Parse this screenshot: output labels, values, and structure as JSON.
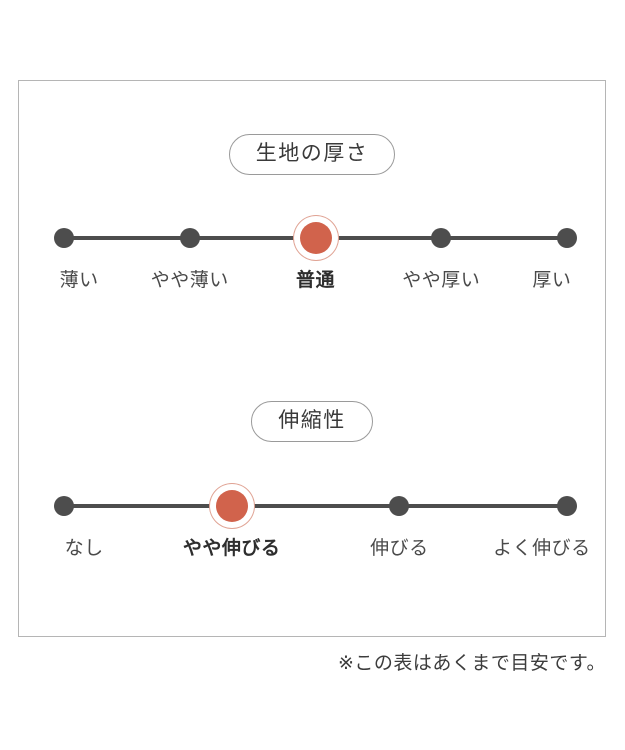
{
  "panel": {
    "sections": [
      {
        "id": "fabric-thickness",
        "heading": "生地の厚さ",
        "selected_index": 2,
        "options": [
          {
            "label": "薄い"
          },
          {
            "label": "やや薄い"
          },
          {
            "label": "普通"
          },
          {
            "label": "やや厚い"
          },
          {
            "label": "厚い"
          }
        ]
      },
      {
        "id": "stretchiness",
        "heading": "伸縮性",
        "selected_index": 1,
        "options": [
          {
            "label": "なし"
          },
          {
            "label": "やや伸びる"
          },
          {
            "label": "伸びる"
          },
          {
            "label": "よく伸びる"
          }
        ]
      }
    ]
  },
  "footnote": "※この表はあくまで目安です。",
  "colors": {
    "accent": "#d1634c",
    "accent_ring": "#e0a394",
    "track": "#4d4d4d",
    "border": "#b5b5b5",
    "pill_border": "#9a9a9a",
    "text": "#3c3c3c"
  }
}
